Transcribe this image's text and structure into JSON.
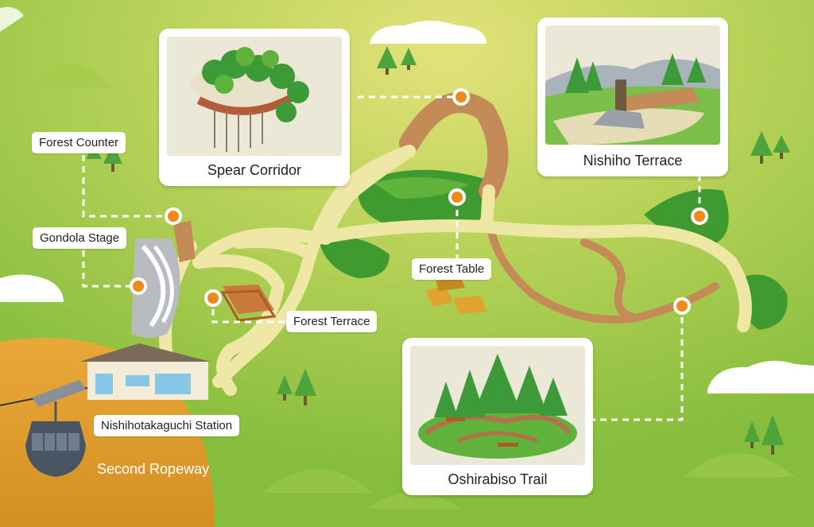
{
  "map": {
    "cards": {
      "spear_corridor": "Spear Corridor",
      "nishiho_terrace": "Nishiho Terrace",
      "oshirabiso_trail": "Oshirabiso Trail"
    },
    "labels": {
      "forest_counter": "Forest Counter",
      "gondola_stage": "Gondola Stage",
      "forest_table": "Forest Table",
      "forest_terrace": "Forest Terrace",
      "nishihotakaguchi_station": "Nishihotakaguchi Station",
      "second_ropeway": "Second Ropeway"
    },
    "colors": {
      "ground": "#9cc94a",
      "ground_light": "#d7dd6a",
      "path_light": "#efe7a6",
      "path_brown": "#c48a57",
      "forest_dark": "#3f9a2f",
      "hill_orange": "#e3a232",
      "marker": "#f08a17"
    }
  }
}
